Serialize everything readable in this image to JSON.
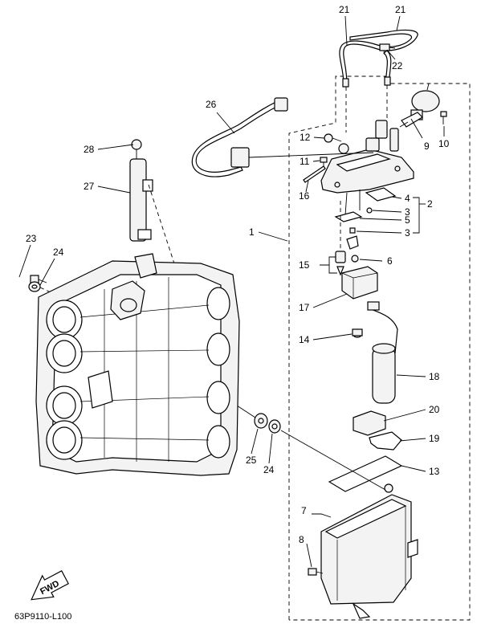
{
  "diagram_code": "63P9110-L100",
  "fwd_label": "FWD",
  "callouts": {
    "c1": "1",
    "c2": "2",
    "c3a": "3",
    "c3b": "3",
    "c4": "4",
    "c5": "5",
    "c6": "6",
    "c7": "7",
    "c8": "8",
    "c9": "9",
    "c10": "10",
    "c11": "11",
    "c12": "12",
    "c13": "13",
    "c14": "14",
    "c15": "15",
    "c16": "16",
    "c17": "17",
    "c18": "18",
    "c19": "19",
    "c20": "20",
    "c21a": "21",
    "c21b": "21",
    "c22": "22",
    "c23": "23",
    "c24a": "24",
    "c24b": "24",
    "c25": "25",
    "c26": "26",
    "c27": "27",
    "c28": "28"
  },
  "icons": {
    "fwd_arrow": "fwd-arrow-icon"
  }
}
